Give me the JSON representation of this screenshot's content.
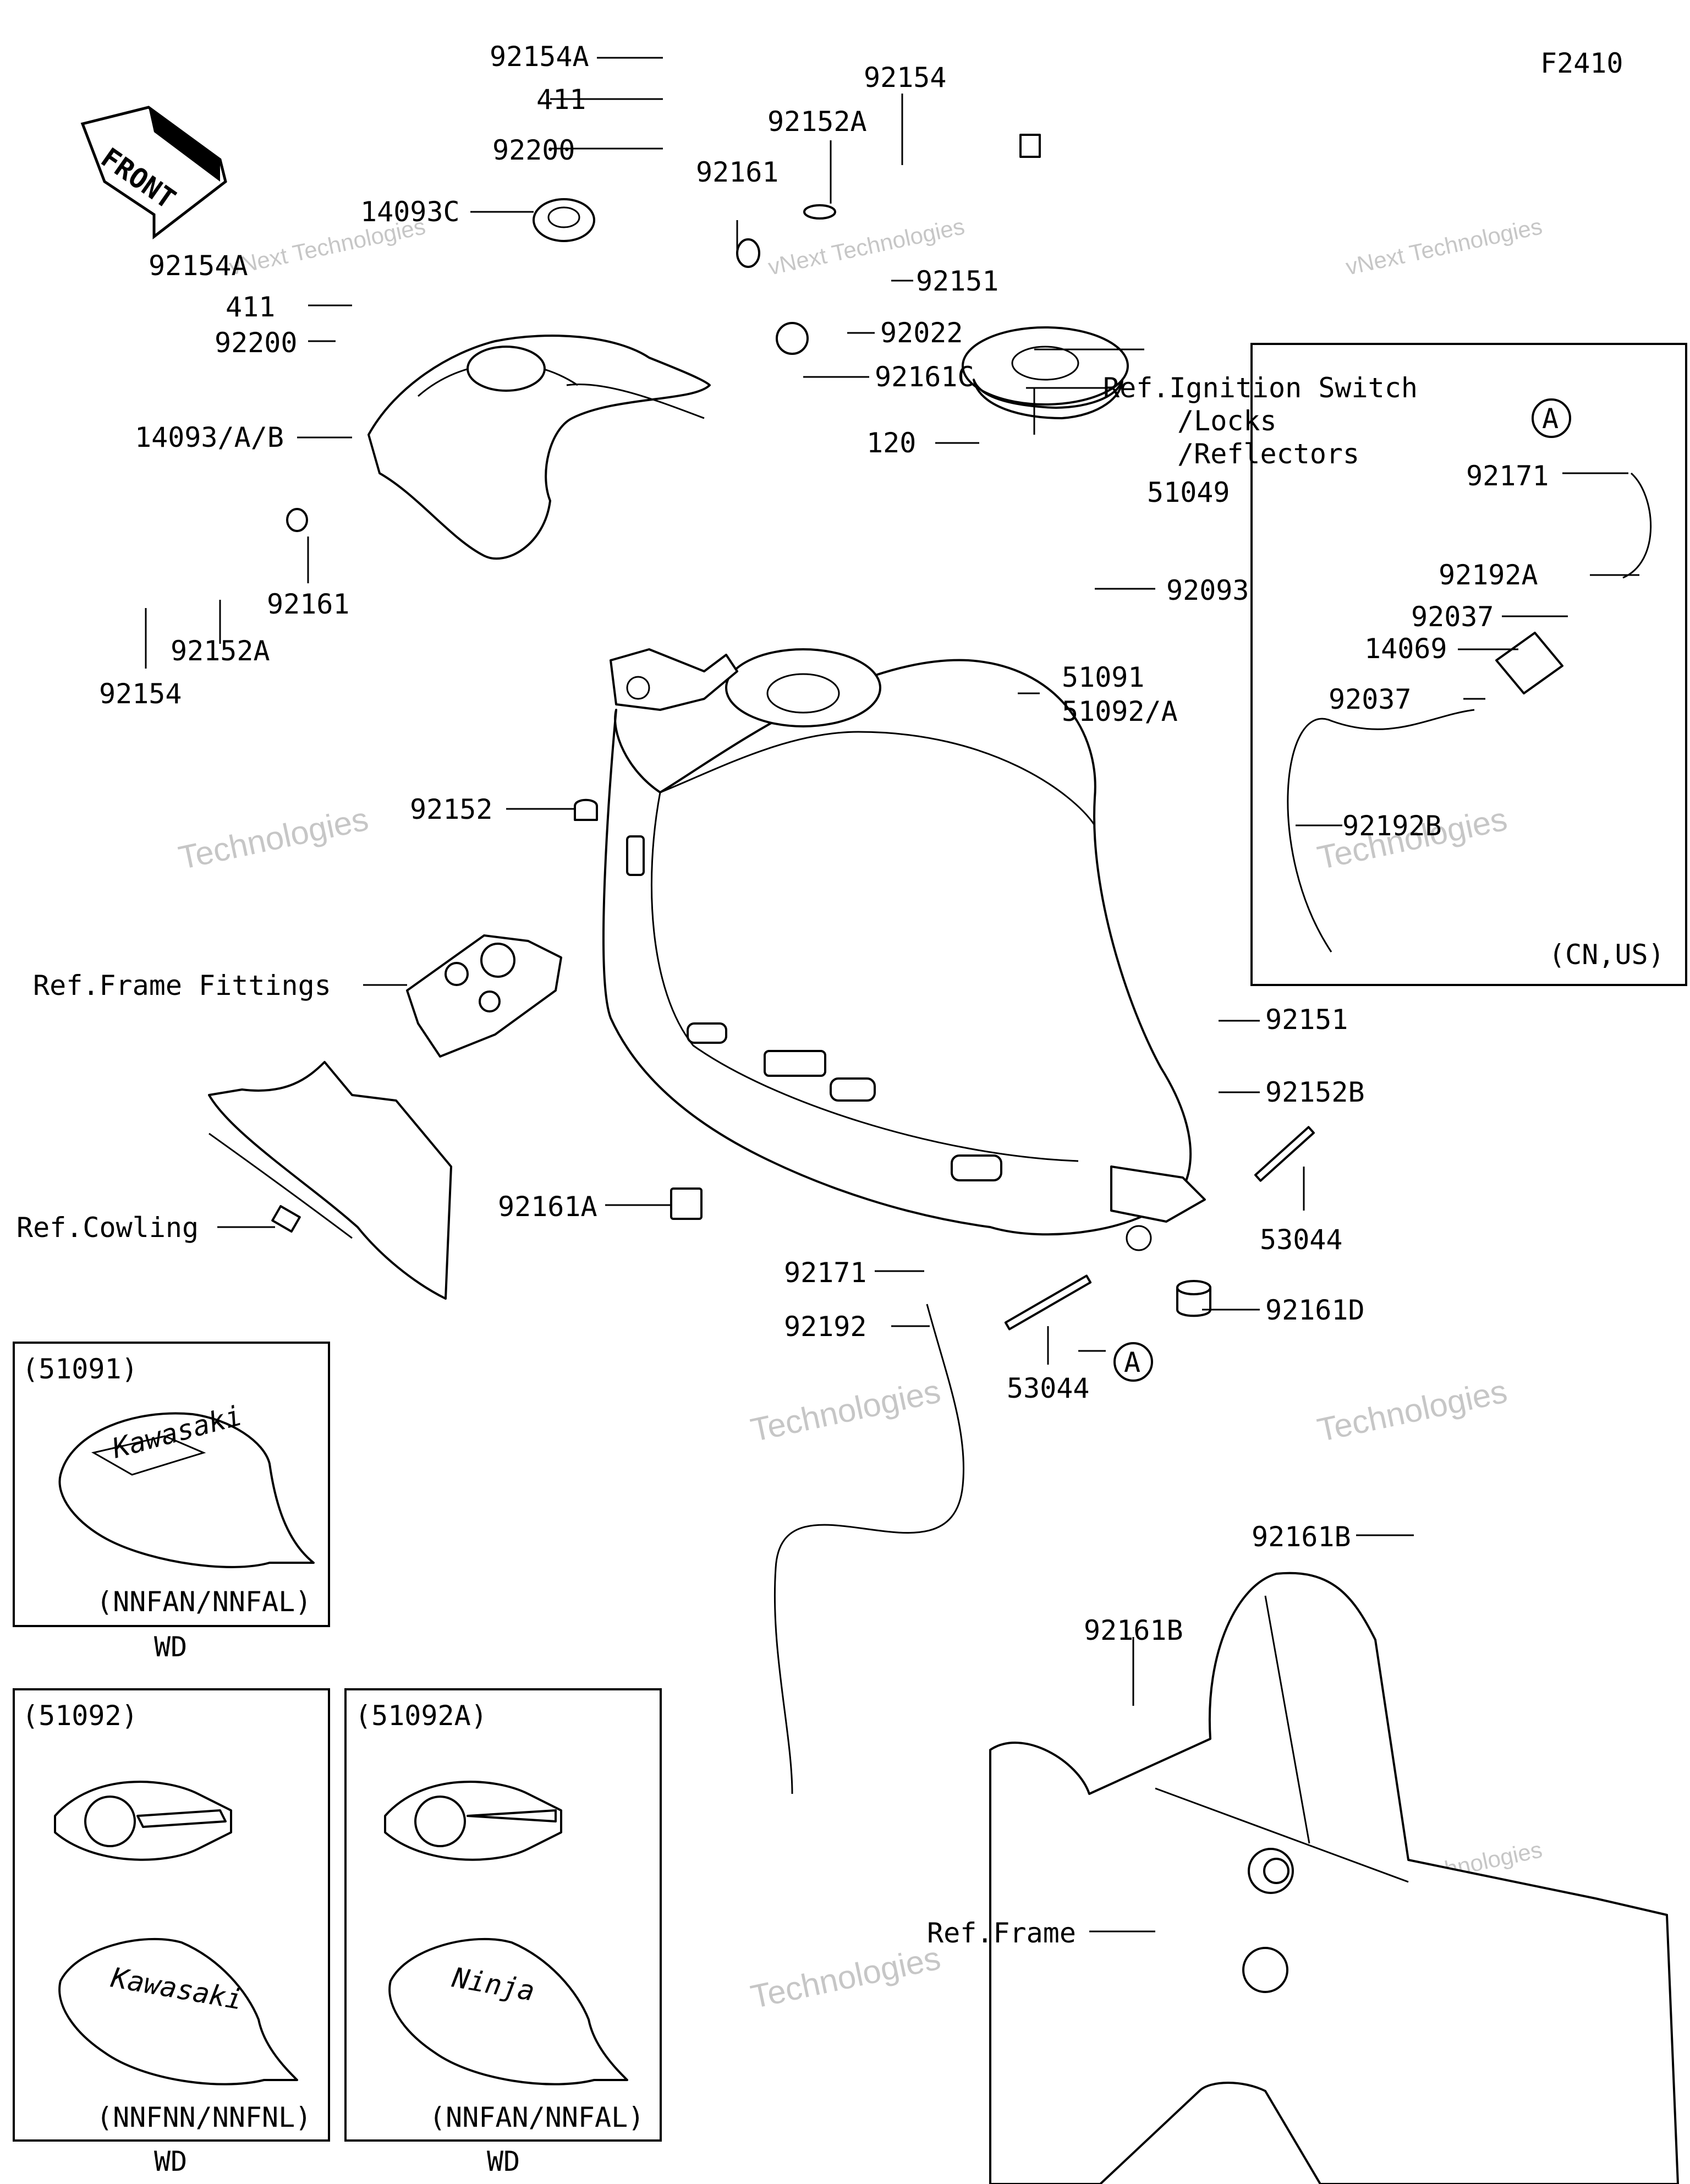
{
  "diagram": {
    "code": "F2410",
    "front_arrow": "FRONT",
    "callout_letter": "A",
    "parts": [
      {
        "id": "p1",
        "label": "92154A"
      },
      {
        "id": "p2",
        "label": "411"
      },
      {
        "id": "p3",
        "label": "92200"
      },
      {
        "id": "p4",
        "label": "92154"
      },
      {
        "id": "p5",
        "label": "92152A"
      },
      {
        "id": "p6",
        "label": "92161"
      },
      {
        "id": "p7",
        "label": "14093C"
      },
      {
        "id": "p8",
        "label": "92154A"
      },
      {
        "id": "p9",
        "label": "411"
      },
      {
        "id": "p10",
        "label": "92200"
      },
      {
        "id": "p11",
        "label": "92151"
      },
      {
        "id": "p12",
        "label": "92022"
      },
      {
        "id": "p13",
        "label": "92161C"
      },
      {
        "id": "p14",
        "label": "14093/A/B"
      },
      {
        "id": "p15",
        "label": "120"
      },
      {
        "id": "p16",
        "label": "51049"
      },
      {
        "id": "p17",
        "label": "92093"
      },
      {
        "id": "p18",
        "label": "92161"
      },
      {
        "id": "p19",
        "label": "92152A"
      },
      {
        "id": "p20",
        "label": "92154"
      },
      {
        "id": "p21",
        "label": "51091"
      },
      {
        "id": "p22",
        "label": "51092/A"
      },
      {
        "id": "p23",
        "label": "92152"
      },
      {
        "id": "p24",
        "label": "Ref.Frame Fittings"
      },
      {
        "id": "p25",
        "label": "92151"
      },
      {
        "id": "p26",
        "label": "92152B"
      },
      {
        "id": "p27",
        "label": "Ref.Cowling"
      },
      {
        "id": "p28",
        "label": "92161A"
      },
      {
        "id": "p29",
        "label": "53044"
      },
      {
        "id": "p30",
        "label": "92171"
      },
      {
        "id": "p31",
        "label": "92161D"
      },
      {
        "id": "p32",
        "label": "92192"
      },
      {
        "id": "p33",
        "label": "53044"
      },
      {
        "id": "p34",
        "label": "92161B"
      },
      {
        "id": "p35",
        "label": "92161B"
      },
      {
        "id": "p36",
        "label": "Ref.Frame"
      }
    ],
    "ignition_ref": [
      "Ref.Ignition Switch",
      "/Locks",
      "/Reflectors"
    ]
  },
  "inset_cn_us": {
    "callout_letter": "A",
    "region_label": "(CN,US)",
    "parts": [
      {
        "id": "i1",
        "label": "92171"
      },
      {
        "id": "i2",
        "label": "92192A"
      },
      {
        "id": "i3",
        "label": "92037"
      },
      {
        "id": "i4",
        "label": "14069"
      },
      {
        "id": "i5",
        "label": "92037"
      },
      {
        "id": "i6",
        "label": "92192B"
      }
    ]
  },
  "variants": [
    {
      "part": "(51091)",
      "models": "(NNFAN/NNFAL)",
      "market": "WD",
      "tank_logo": "Kawasaki"
    },
    {
      "part": "(51092)",
      "models": "(NNFNN/NNFNL)",
      "market": "WD",
      "tank_logo": "Kawasaki"
    },
    {
      "part": "(51092A)",
      "models": "(NNFAN/NNFAL)",
      "market": "WD",
      "tank_logo": "Ninja"
    }
  ],
  "watermark": {
    "line1": "vNext Technologies",
    "line2": "vNext",
    "line3": "Technologies"
  }
}
